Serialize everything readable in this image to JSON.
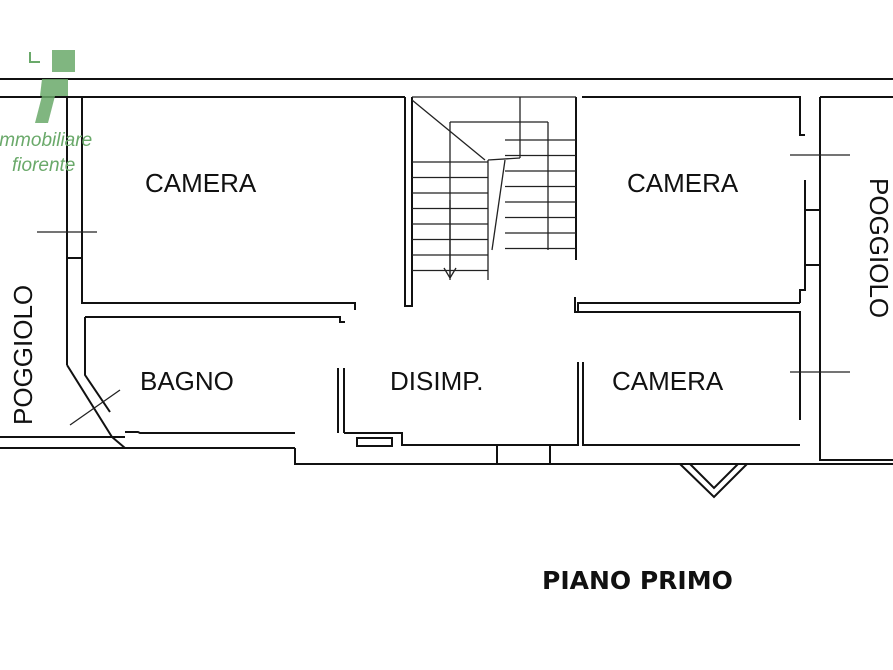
{
  "logo": {
    "line1": "immobiliare",
    "line2": "fiorente",
    "color": "#6aa96a"
  },
  "rooms": {
    "camera_top_left": "CAMERA",
    "camera_top_right": "CAMERA",
    "camera_bottom_right": "CAMERA",
    "bagno": "BAGNO",
    "disimp": "DISIMP.",
    "poggiolo_left": "POGGIOLO",
    "poggiolo_right": "POGGIOLO"
  },
  "floor_title": "PIANO PRIMO"
}
